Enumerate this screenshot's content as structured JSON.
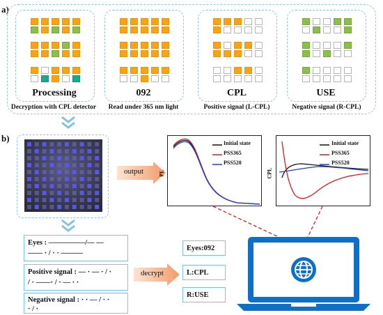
{
  "panel_a_label": "a)",
  "panel_b_label": "b)",
  "panels": [
    {
      "title": "Processing",
      "caption": "Decryption with  CPL detector",
      "rows": [
        [
          "o",
          "o",
          "o",
          "o",
          "o",
          "g",
          "o",
          "g",
          "o",
          "g"
        ],
        [
          "o",
          "o",
          "o",
          "g",
          "o",
          "o",
          "o",
          "g",
          "o",
          "o"
        ],
        [
          "o",
          "w",
          "o",
          "o",
          "o",
          "w",
          "t",
          "o",
          "w",
          "t"
        ]
      ]
    },
    {
      "title": "092",
      "caption": "Read under 365 nm light",
      "rows": [
        [
          "o",
          "o",
          "o",
          "o",
          "o",
          "o",
          "o",
          "o",
          "o",
          "o"
        ],
        [
          "o",
          "o",
          "o",
          "o",
          "o",
          "o",
          "o",
          "o",
          "o",
          "o"
        ],
        [
          "o",
          "o",
          "o",
          "o",
          "o",
          "w",
          "w",
          "o",
          "w",
          "w"
        ]
      ]
    },
    {
      "title": "CPL",
      "caption": "Positive signal (L-CPL)",
      "rows": [
        [
          "o",
          "o",
          "o",
          "w",
          "w",
          "o",
          "w",
          "w",
          "w",
          "w"
        ],
        [
          "o",
          "w",
          "o",
          "o",
          "w",
          "o",
          "o",
          "o",
          "w",
          "w"
        ],
        [
          "w",
          "w",
          "o",
          "o",
          "w",
          "w",
          "w",
          "w",
          "w",
          "w"
        ]
      ]
    },
    {
      "title": "USE",
      "caption": "Negative signal (R-CPL)",
      "rows": [
        [
          "g",
          "w",
          "w",
          "g",
          "g",
          "w",
          "g",
          "w",
          "w",
          "g"
        ],
        [
          "g",
          "w",
          "w",
          "w",
          "g",
          "g",
          "w",
          "g",
          "w",
          "w"
        ],
        [
          "g",
          "w",
          "w",
          "w",
          "w",
          "w",
          "w",
          "w",
          "w",
          "w"
        ]
      ]
    }
  ],
  "output_label": "output",
  "decrypt_label": "decrypt",
  "codes": {
    "eyes": "Eyes : —————/— —\n—— · / · · ———",
    "positive": "Positive signal : — · — · / ·\n/ · ——· / · — · ·",
    "negative": "Negative signal : · · — / · ·\n· / ·"
  },
  "results": {
    "eyes": "Eyes:092",
    "lcpl": "L:CPL",
    "ruse": "R:USE"
  },
  "pl_chart": {
    "ylabel": "PL",
    "legend": [
      {
        "name": "Initial state",
        "color": "#111111"
      },
      {
        "name": "PSS365",
        "color": "#d42020"
      },
      {
        "name": "PSS520",
        "color": "#1f3fd0"
      }
    ]
  },
  "cpl_chart": {
    "ylabel": "CPL",
    "legend": [
      {
        "name": "Initial state",
        "color": "#111111"
      },
      {
        "name": "PSS365",
        "color": "#d42020"
      },
      {
        "name": "PSS520",
        "color": "#1f3fd0"
      }
    ]
  },
  "colors": {
    "orange": "#f6a318",
    "green": "#8dbd4c",
    "teal": "#1aa88e",
    "dash": "#8fc7e0",
    "laptop": "#0f6fc6"
  }
}
